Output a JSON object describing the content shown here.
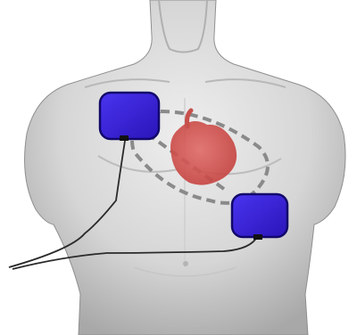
{
  "scene": {
    "description_icon": "defibrillator-pad-placement-illustration",
    "colors": {
      "background": "#ffffff",
      "skin_light": "#e9e9e9",
      "skin_mid": "#cfcfcf",
      "skin_shadow": "#9e9e9e",
      "pad_fill": "#3a1fd6",
      "pad_edge": "#12086b",
      "heart": "#d9534f",
      "dash": "#8a8a8a",
      "cable": "#2a2a2a"
    },
    "pads": [
      {
        "name": "right-upper-chest-pad"
      },
      {
        "name": "left-lower-chest-pad"
      }
    ]
  }
}
